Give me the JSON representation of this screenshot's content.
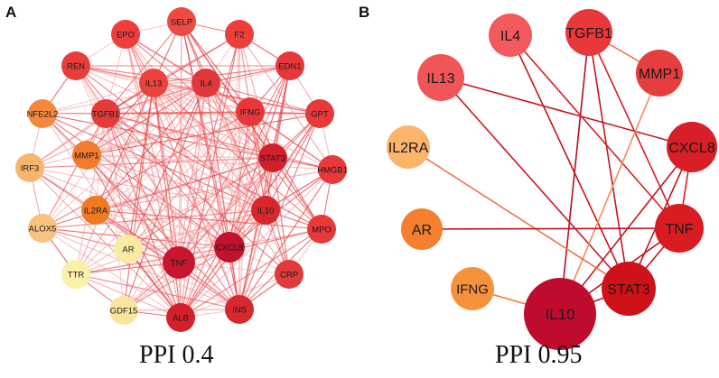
{
  "panel_a": {
    "letter": "A",
    "caption": "PPI 0.4",
    "nodes": [
      {
        "id": "EPO",
        "color": "#ee3d3a"
      },
      {
        "id": "SELP",
        "color": "#ee4a44"
      },
      {
        "id": "F2",
        "color": "#ec3e3a"
      },
      {
        "id": "REN",
        "color": "#e83e3a"
      },
      {
        "id": "EDN1",
        "color": "#e8373a"
      },
      {
        "id": "IL13",
        "color": "#eb423d"
      },
      {
        "id": "IL4",
        "color": "#e2373a"
      },
      {
        "id": "NFE2L2",
        "color": "#f4883d"
      },
      {
        "id": "TGFB1",
        "color": "#e43a3a"
      },
      {
        "id": "IFNG",
        "color": "#e8373a"
      },
      {
        "id": "GPT",
        "color": "#e63a3a"
      },
      {
        "id": "MMP1",
        "color": "#f07b2d"
      },
      {
        "id": "STAT3",
        "color": "#d21f2c"
      },
      {
        "id": "IRF3",
        "color": "#f6b66e"
      },
      {
        "id": "HMGB1",
        "color": "#e63a3a"
      },
      {
        "id": "IL2RA",
        "color": "#f07a22"
      },
      {
        "id": "IL10",
        "color": "#d8262f"
      },
      {
        "id": "ALOX5",
        "color": "#f8c282"
      },
      {
        "id": "MPO",
        "color": "#e5393a"
      },
      {
        "id": "AR",
        "color": "#faeba4"
      },
      {
        "id": "CXCL8",
        "color": "#c0132b"
      },
      {
        "id": "TNF",
        "color": "#c9152d"
      },
      {
        "id": "TTR",
        "color": "#fbf0a8"
      },
      {
        "id": "CRP",
        "color": "#e13a3a"
      },
      {
        "id": "GDF15",
        "color": "#f9e4a0"
      },
      {
        "id": "INS",
        "color": "#d8282f"
      },
      {
        "id": "ALB",
        "color": "#d4202d"
      }
    ]
  },
  "panel_b": {
    "letter": "B",
    "caption": "PPI 0.95",
    "nodes": [
      {
        "id": "IL4",
        "color": "#f25a5e"
      },
      {
        "id": "TGFB1",
        "color": "#e8383c"
      },
      {
        "id": "MMP1",
        "color": "#e63d3f"
      },
      {
        "id": "IL13",
        "color": "#f05558"
      },
      {
        "id": "CXCL8",
        "color": "#d81e26"
      },
      {
        "id": "IL2RA",
        "color": "#fbb46a"
      },
      {
        "id": "AR",
        "color": "#f47f2e"
      },
      {
        "id": "TNF",
        "color": "#d91c22"
      },
      {
        "id": "IFNG",
        "color": "#f6913c"
      },
      {
        "id": "STAT3",
        "color": "#cf1219"
      },
      {
        "id": "IL10",
        "color": "#bf0c2e"
      }
    ]
  }
}
